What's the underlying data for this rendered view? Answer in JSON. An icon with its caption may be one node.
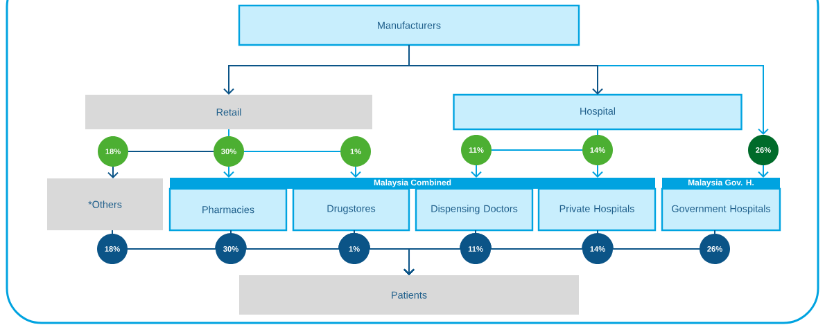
{
  "diagram": {
    "nodes": [
      {
        "text": [
          "Manufacturers"
        ]
      },
      {
        "text": [
          "Retail"
        ]
      },
      {
        "text": [
          "Hospital"
        ]
      },
      {
        "text": [
          "18%"
        ]
      },
      {
        "text": [
          "30%"
        ]
      },
      {
        "text": [
          "1%"
        ]
      },
      {
        "text": [
          "11%"
        ]
      },
      {
        "text": [
          "14%"
        ]
      },
      {
        "text": [
          "26%"
        ]
      },
      {
        "text": [
          "*Others"
        ]
      },
      {
        "text": [
          "Malaysia Combined"
        ]
      },
      {
        "text": [
          "Pharmacies"
        ]
      },
      {
        "text": [
          "Drugstores"
        ]
      },
      {
        "text": [
          "Dispensing Doctors"
        ]
      },
      {
        "text": [
          "Private Hospitals"
        ]
      },
      {
        "text": [
          "Malaysia Gov. H."
        ]
      },
      {
        "text": [
          "Government Hospitals"
        ]
      },
      {
        "text": [
          "18%"
        ]
      },
      {
        "text": [
          "30%"
        ]
      },
      {
        "text": [
          "1%"
        ]
      },
      {
        "text": [
          "11%"
        ]
      },
      {
        "text": [
          "14%"
        ]
      },
      {
        "text": [
          "26%"
        ]
      },
      {
        "text": [
          "Patients"
        ]
      }
    ],
    "edges": [
      {
        "from": 0,
        "to": 8,
        "arrow": "to",
        "color": "#00a3e0"
      },
      {
        "from": 0,
        "to": 1,
        "arrow": "to"
      },
      {
        "from": 0,
        "to": 2,
        "arrow": "to"
      },
      {
        "from": 1,
        "to": 4,
        "arrow": "none",
        "color": "#00a3e0"
      },
      {
        "from": 4,
        "to": 3,
        "arrow": "none"
      },
      {
        "from": 4,
        "to": 5,
        "arrow": "none",
        "color": "#00a3e0"
      },
      {
        "from": 3,
        "to": 9,
        "arrow": "to"
      },
      {
        "from": 4,
        "to": 10,
        "arrow": "to",
        "color": "#00a3e0"
      },
      {
        "from": 5,
        "to": 10,
        "arrow": "to",
        "color": "#00a3e0"
      },
      {
        "from": 2,
        "to": 7,
        "arrow": "none",
        "color": "#00a3e0"
      },
      {
        "from": 7,
        "to": 6,
        "arrow": "none",
        "color": "#00a3e0"
      },
      {
        "from": 6,
        "to": 10,
        "arrow": "to",
        "color": "#00a3e0"
      },
      {
        "from": 7,
        "to": 10,
        "arrow": "to",
        "color": "#00a3e0"
      },
      {
        "from": 8,
        "to": 15,
        "arrow": "to",
        "color": "#00a3e0"
      },
      {
        "from": 9,
        "to": 17,
        "arrow": "none"
      },
      {
        "from": 11,
        "to": 18,
        "arrow": "none"
      },
      {
        "from": 12,
        "to": 19,
        "arrow": "none"
      },
      {
        "from": 13,
        "to": 20,
        "arrow": "none"
      },
      {
        "from": 14,
        "to": 21,
        "arrow": "none"
      },
      {
        "from": 16,
        "to": 22,
        "arrow": "none"
      },
      {
        "from": 17,
        "to": 23,
        "arrow": "to"
      },
      {
        "from": 18,
        "to": 23,
        "arrow": "to"
      },
      {
        "from": 19,
        "to": 23,
        "arrow": "to"
      },
      {
        "from": 20,
        "to": 23,
        "arrow": "to"
      },
      {
        "from": 21,
        "to": 23,
        "arrow": "to"
      },
      {
        "from": 22,
        "to": 23,
        "arrow": "to"
      }
    ]
  }
}
